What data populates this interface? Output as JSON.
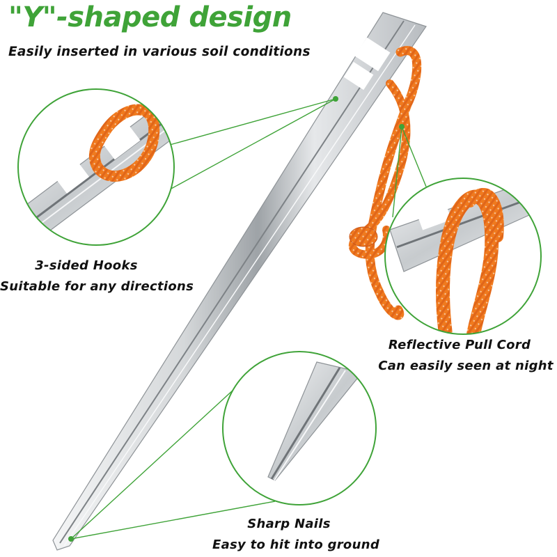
{
  "headline": "\"Y\"-shaped design",
  "subheadline": "Easily inserted in various soil conditions",
  "callouts": {
    "hooks": {
      "line1": "3-sided Hooks",
      "line2": "Suitable for any directions"
    },
    "cord": {
      "line1": "Reflective Pull Cord",
      "line2": "Can easily seen at night"
    },
    "nail": {
      "line1": "Sharp Nails",
      "line2": "Easy to hit into ground"
    }
  },
  "colors": {
    "accent_green": "#3fa338",
    "cord_orange": "#f07a1e",
    "metal": "#c9cdd0",
    "text": "#111111"
  }
}
